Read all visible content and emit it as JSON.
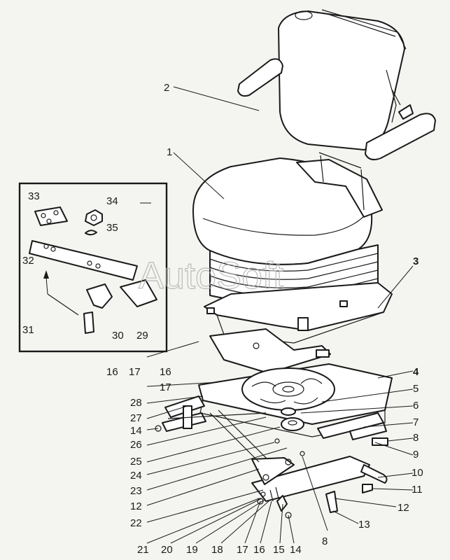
{
  "watermark": "AutoSoft",
  "colors": {
    "line": "#1a1a1a",
    "paper": "#f4f4f0",
    "watermark": "#b0b0b0"
  },
  "labels": [
    {
      "id": "2",
      "text": "2"
    },
    {
      "id": "1",
      "text": "1"
    },
    {
      "id": "3",
      "text": "3"
    },
    {
      "id": "4",
      "text": "4"
    },
    {
      "id": "5",
      "text": "5"
    },
    {
      "id": "6",
      "text": "6"
    },
    {
      "id": "7",
      "text": "7"
    },
    {
      "id": "8a",
      "text": "8"
    },
    {
      "id": "9",
      "text": "9"
    },
    {
      "id": "10",
      "text": "10"
    },
    {
      "id": "11",
      "text": "11"
    },
    {
      "id": "12a",
      "text": "12"
    },
    {
      "id": "13",
      "text": "13"
    },
    {
      "id": "33",
      "text": "33"
    },
    {
      "id": "34",
      "text": "34"
    },
    {
      "id": "35",
      "text": "35"
    },
    {
      "id": "32",
      "text": "32"
    },
    {
      "id": "31",
      "text": "31"
    },
    {
      "id": "30",
      "text": "30"
    },
    {
      "id": "29",
      "text": "29"
    },
    {
      "id": "16a",
      "text": "16"
    },
    {
      "id": "17a",
      "text": "17"
    },
    {
      "id": "16b",
      "text": "16"
    },
    {
      "id": "17b",
      "text": "17"
    },
    {
      "id": "28",
      "text": "28"
    },
    {
      "id": "27",
      "text": "27"
    },
    {
      "id": "14a",
      "text": "14"
    },
    {
      "id": "26",
      "text": "26"
    },
    {
      "id": "25",
      "text": "25"
    },
    {
      "id": "24",
      "text": "24"
    },
    {
      "id": "23",
      "text": "23"
    },
    {
      "id": "12b",
      "text": "12"
    },
    {
      "id": "22",
      "text": "22"
    },
    {
      "id": "21",
      "text": "21"
    },
    {
      "id": "20",
      "text": "20"
    },
    {
      "id": "19",
      "text": "19"
    },
    {
      "id": "18",
      "text": "18"
    },
    {
      "id": "17c",
      "text": "17"
    },
    {
      "id": "16c",
      "text": "16"
    },
    {
      "id": "15",
      "text": "15"
    },
    {
      "id": "14b",
      "text": "14"
    },
    {
      "id": "8b",
      "text": "8"
    }
  ]
}
